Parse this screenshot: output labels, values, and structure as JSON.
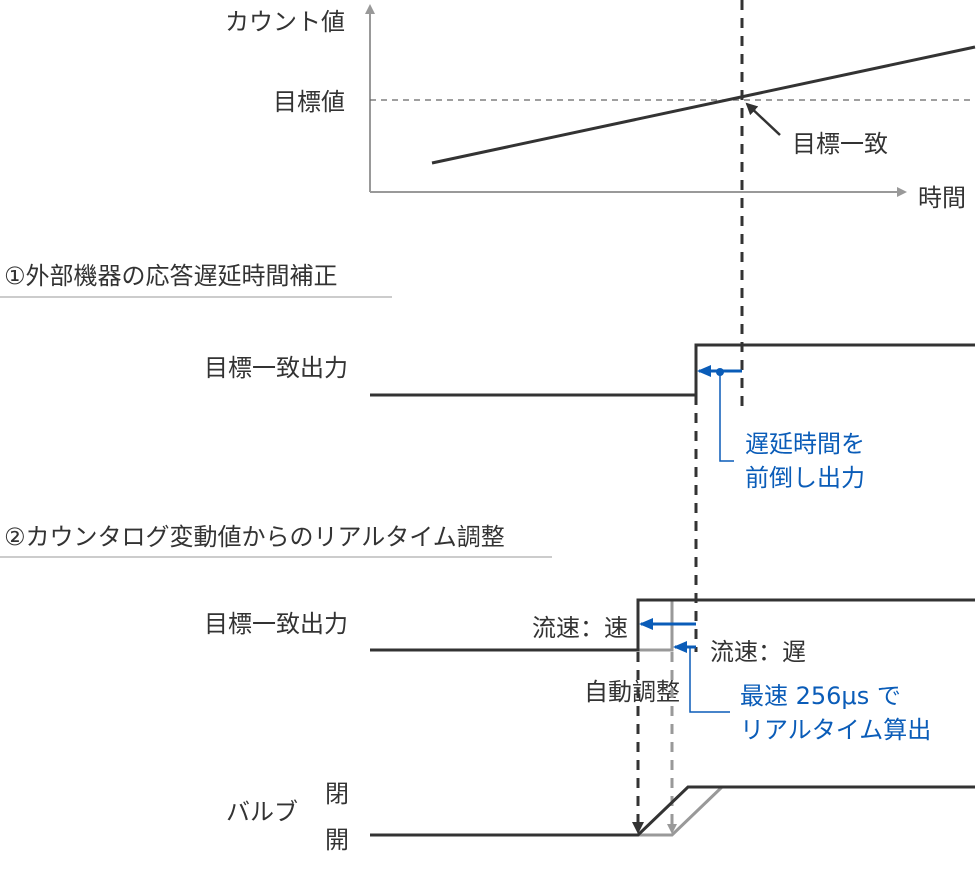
{
  "colors": {
    "line": "#333333",
    "gray": "#999999",
    "blue": "#0a5cb8",
    "divider": "#bbbbbb"
  },
  "top_chart": {
    "y_axis_label": "カウント値",
    "target_label": "目標値",
    "match_label": "目標一致",
    "x_axis_label": "時間"
  },
  "section1": {
    "heading": "①外部機器の応答遅延時間補正",
    "signal_label": "目標一致出力",
    "note_line1": "遅延時間を",
    "note_line2": "前倒し出力"
  },
  "section2": {
    "heading": "②カウンタログ変動値からのリアルタイム調整",
    "signal_label": "目標一致出力",
    "fast_label": "流速：速",
    "slow_label": "流速：遅",
    "auto_label": "自動調整",
    "note_line1": "最速 256μs で",
    "note_line2": "リアルタイム算出",
    "valve_label": "バルブ",
    "valve_closed": "閉",
    "valve_open": "開"
  }
}
